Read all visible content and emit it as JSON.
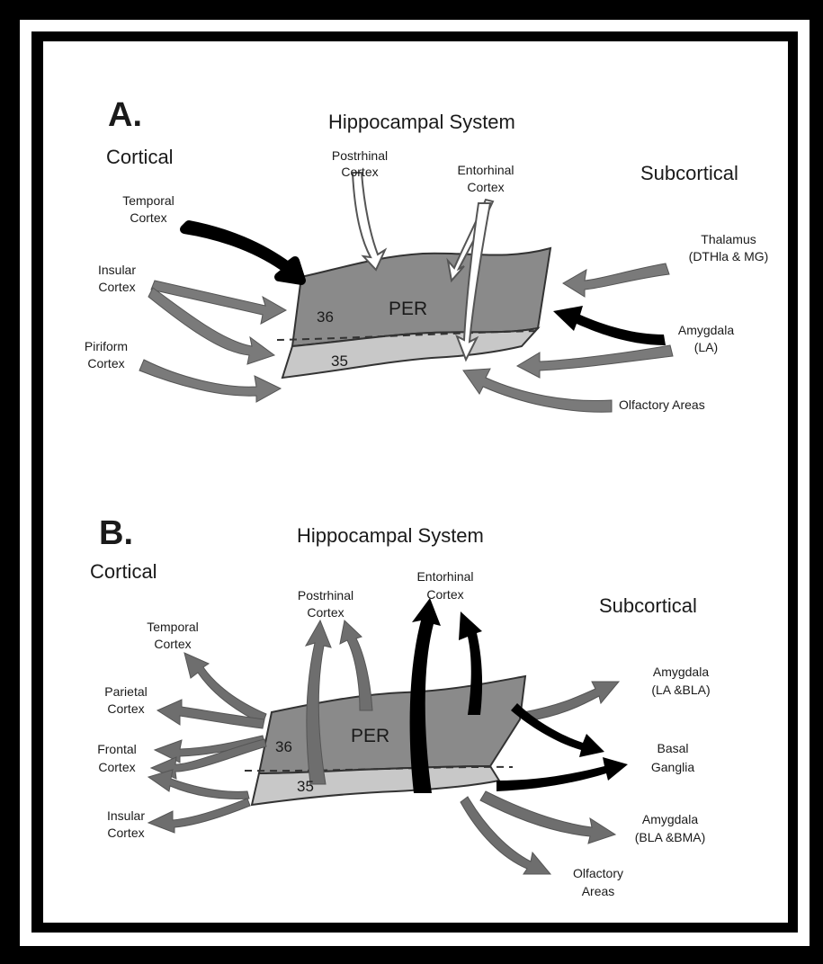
{
  "panel_a": {
    "letter": "A.",
    "heading_hippocampal": "Hippocampal System",
    "heading_cortical": "Cortical",
    "heading_subcortical": "Subcortical",
    "postrhinal": [
      "Postrhinal",
      "Cortex"
    ],
    "entorhinal": [
      "Entorhinal",
      "Cortex"
    ],
    "temporal": [
      "Temporal",
      "Cortex"
    ],
    "insular": [
      "Insular",
      "Cortex"
    ],
    "piriform": [
      "Piriform",
      "Cortex"
    ],
    "thalamus": [
      "Thalamus",
      "(DTHla & MG)"
    ],
    "amygdala": [
      "Amygdala",
      "(LA)"
    ],
    "olfactory": "Olfactory Areas",
    "per": "PER",
    "area36": "36",
    "area35": "35"
  },
  "panel_b": {
    "letter": "B.",
    "heading_hippocampal": "Hippocampal System",
    "heading_cortical": "Cortical",
    "heading_subcortical": "Subcortical",
    "postrhinal": [
      "Postrhinal",
      "Cortex"
    ],
    "entorhinal": [
      "Entorhinal",
      "Cortex"
    ],
    "temporal": [
      "Temporal",
      "Cortex"
    ],
    "parietal": [
      "Parietal",
      "Cortex"
    ],
    "frontal": [
      "Frontal",
      "Cortex"
    ],
    "insular": [
      "Insular",
      "Cortex"
    ],
    "amygdala_la_bla": [
      "Amygdala",
      "(LA &BLA)"
    ],
    "basal_ganglia": [
      "Basal",
      "Ganglia"
    ],
    "amygdala_bla_bma": [
      "Amygdala",
      "(BLA &BMA)"
    ],
    "olfactory": [
      "Olfactory",
      "Areas"
    ],
    "per": "PER",
    "area36": "36",
    "area35": "35"
  },
  "colors": {
    "outer_border": "#000000",
    "background": "#ffffff",
    "per_region": "#8a8a8a",
    "area35_region": "#c8c8c8",
    "gray_arrow": "#7a7a7a",
    "black_arrow": "#000000",
    "white_arrow": "#ffffff"
  }
}
